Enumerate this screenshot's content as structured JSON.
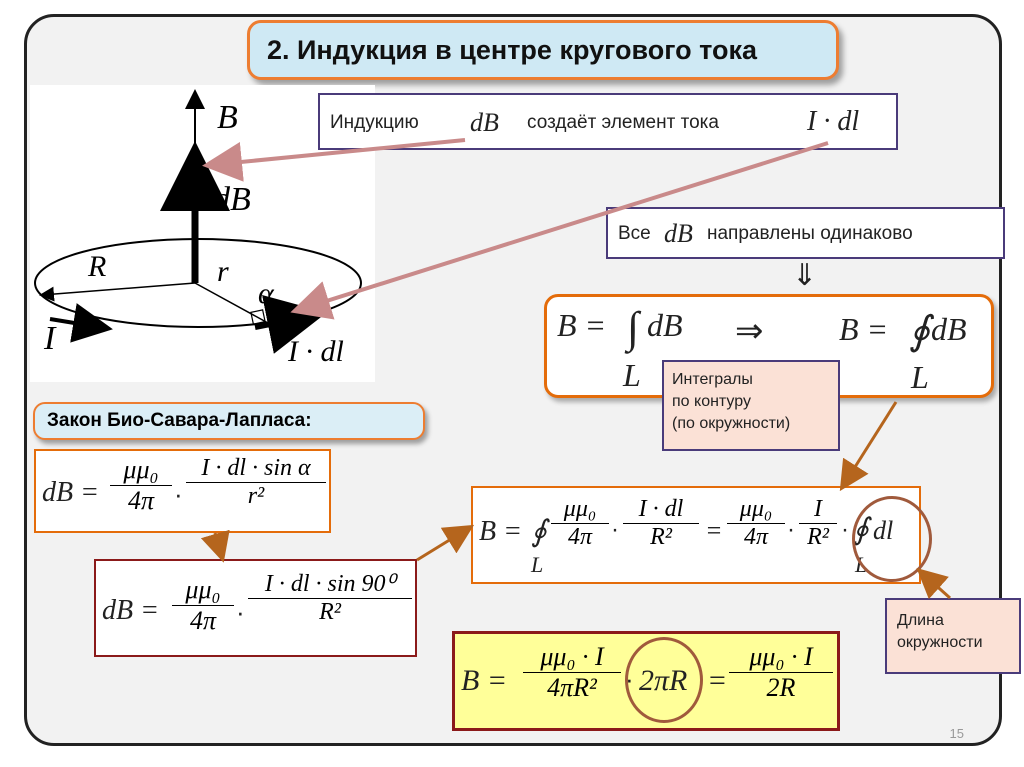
{
  "title": "2. Индукция в центре кругового тока",
  "box_element": {
    "text1": "Индукцию",
    "text2": "создаёт элемент тока",
    "dB": "dB",
    "Idl": "I · dl"
  },
  "box_same": {
    "pre": "Все",
    "dB": "dB",
    "post": "направлены одинаково",
    "arrow": "⇓"
  },
  "integrals_box": {
    "l1": "Интегралы",
    "l2": "по контуру",
    "l3": "(по окружности)"
  },
  "length_box": {
    "l1": "Длина",
    "l2": "окружности"
  },
  "law_title": "Закон Био-Савара-Лапласа:",
  "figure": {
    "B": "B",
    "dB": "dB",
    "R": "R",
    "r": "r",
    "alpha": "α",
    "I": "I",
    "Idl": "I · dl"
  },
  "eq_vec": {
    "lhs": "B = ",
    "integral": "∫",
    "int_arg": "dB",
    "limit": "L",
    "implies": "⇒",
    "rhs": "B = ",
    "oint": "∮",
    "oint_arg": "dB",
    "limit2": "L"
  },
  "eq_law": {
    "lhs": "dB = ",
    "num1": "μμ₀",
    "den1": "4π",
    "dot": "·",
    "num2": "I · dl · sin α",
    "den2": "r²"
  },
  "eq_90": {
    "lhs": "dB = ",
    "num1": "μμ₀",
    "den1": "4π",
    "dot": "·",
    "num2": "I · dl · sin 90⁰",
    "den2": "R²"
  },
  "eq_int": {
    "lhs": "B = ",
    "oint": "∮",
    "limit": "L",
    "num1": "μμ₀",
    "den1": "4π",
    "dot": "·",
    "num2": "I · dl",
    "den2": "R²",
    "eq": "=",
    "num3": "μμ₀",
    "den3": "4π",
    "num4": "I",
    "den4": "R²",
    "oint2": "∮",
    "arg": "dl",
    "limit2": "L"
  },
  "eq_final": {
    "lhs": "B = ",
    "num1": "μμ₀ · I",
    "den1": "4πR²",
    "dot": "·",
    "mid": "2πR",
    "eq": "=",
    "num2": "μμ₀ · I",
    "den2": "2R"
  },
  "page_number": "15",
  "colors": {
    "accent_orange": "#e46c0a",
    "frame_purple": "#4a3b7a",
    "title_bg": "#cfe9f4",
    "final_bg": "#ffff99",
    "circle": "#a05a3c"
  }
}
